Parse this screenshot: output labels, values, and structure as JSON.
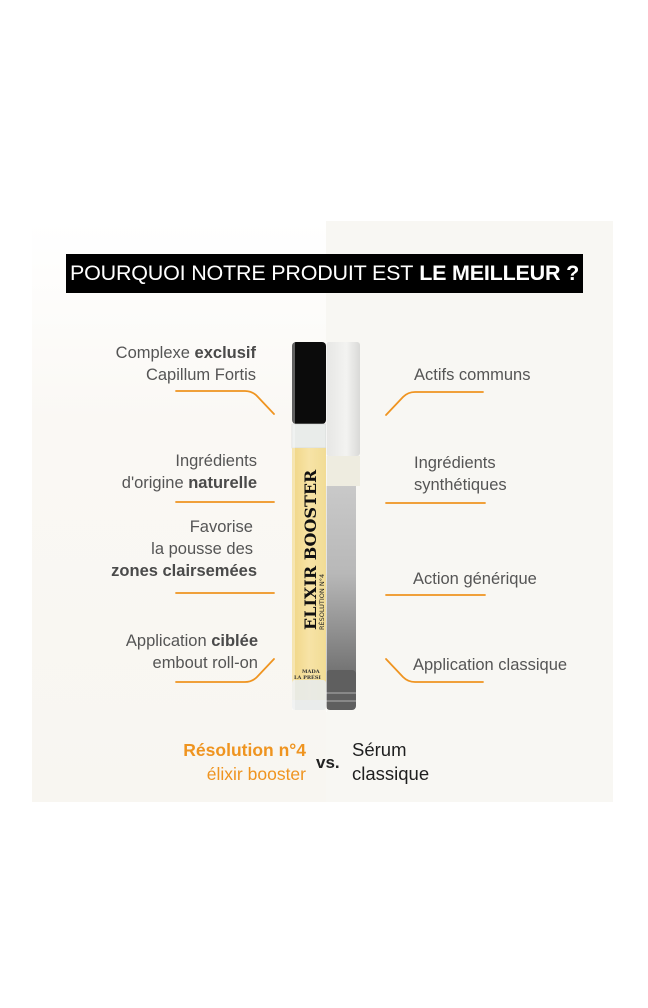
{
  "headline": {
    "regular": "POURQUOI NOTRE PRODUIT EST",
    "bold": "LE MEILLEUR ?"
  },
  "left_features": [
    {
      "line1_regular": "Complexe ",
      "line1_bold": "exclusif",
      "line2_regular": "Capillum Fortis",
      "line2_bold": ""
    },
    {
      "line1_regular": "Ingrédients",
      "line1_bold": "",
      "line2_regular": "d'origine ",
      "line2_bold": "naturelle"
    },
    {
      "line1_regular": "Favorise",
      "line2_regular": "la pousse des",
      "line3_bold": "zones clairsemées"
    },
    {
      "line1_regular": "Application ",
      "line1_bold": "ciblée",
      "line2_regular": "embout roll-on",
      "line2_bold": ""
    }
  ],
  "right_features": [
    {
      "line1": "Actifs communs"
    },
    {
      "line1": "Ingrédients",
      "line2": "synthétiques"
    },
    {
      "line1": "Action générique"
    },
    {
      "line1": "Application classique"
    }
  ],
  "product": {
    "label_main": "ELIXIR BOOSTER",
    "label_sub": "RÉSOLUTION N°4",
    "brand_line1": "MADA",
    "brand_line2": "LA PRÉSI"
  },
  "comparison": {
    "ours_line1": "Résolution n°4",
    "ours_line2": "élixir booster",
    "vs": "vs.",
    "theirs_line1": "Sérum",
    "theirs_line2": "classique"
  },
  "colors": {
    "accent_orange": "#ef9420",
    "headline_bg": "#000000",
    "text_gray": "#555555",
    "panel_cream": "#f8f7f3"
  }
}
